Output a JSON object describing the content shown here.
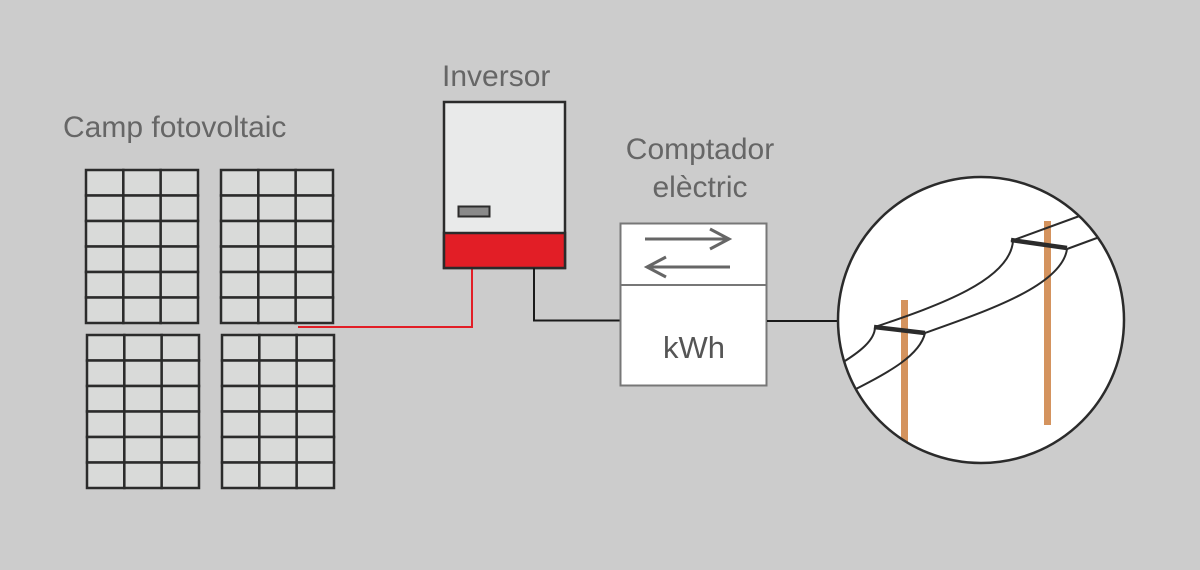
{
  "labels": {
    "pv_field": "Camp fotovoltaic",
    "inverter": "Inversor",
    "meter_line1": "Comptador",
    "meter_line2": "elèctric",
    "meter_unit": "kWh"
  },
  "pv_field": {
    "panel_count": 4,
    "panel_columns": 3,
    "panel_rows": 6
  },
  "colors": {
    "background": "#cccccc",
    "panel_cell": "#d9dad9",
    "outline": "#2b2b2b",
    "inverter_body": "#e9eaea",
    "inverter_band": "#e21e26",
    "dc_wire": "#e21e26",
    "ac_wire": "#1a1a1a",
    "meter_body": "#ffffff",
    "meter_outline": "#777777",
    "arrow": "#666666",
    "pole": "#d4935e",
    "grid_circle": "#ffffff"
  },
  "icons": {
    "meter_export": "arrow-right-icon",
    "meter_import": "arrow-left-icon"
  }
}
